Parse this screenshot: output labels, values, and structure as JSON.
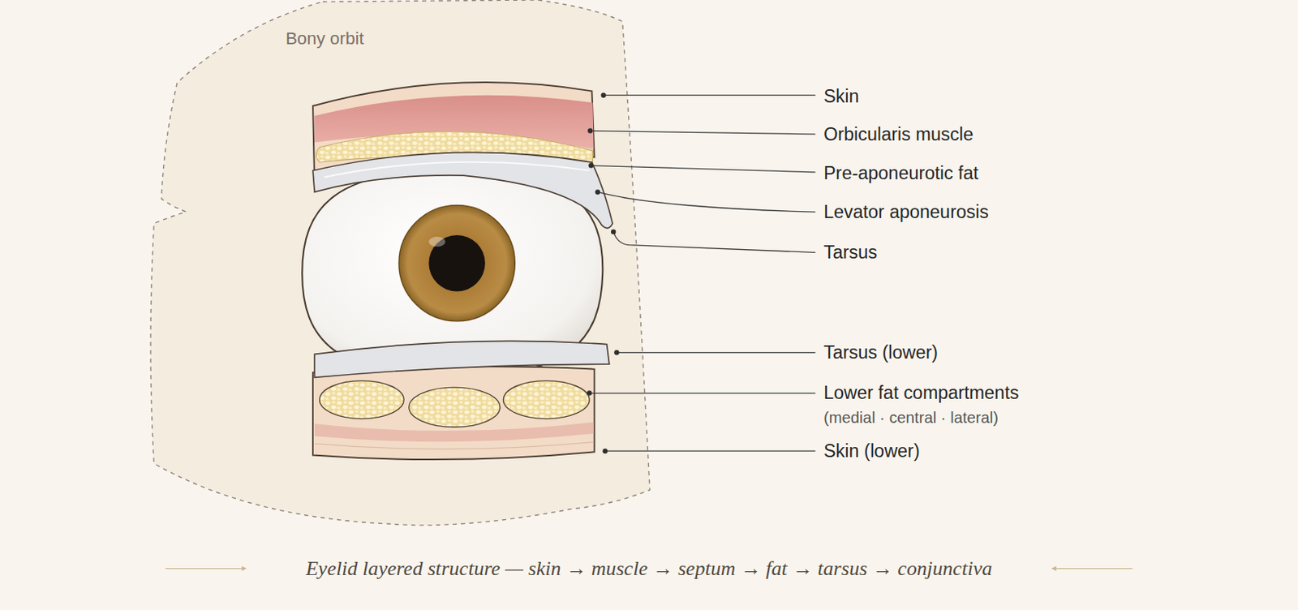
{
  "diagram": {
    "caption": "Eyelid layered structure — skin → muscle → septum → fat → tarsus → conjunctiva",
    "labels": [
      "Bony orbit",
      "Skin",
      "Orbicularis muscle",
      "Pre-aponeurotic fat",
      "Levator aponeurosis",
      "Tarsus",
      "Tarsus (lower)",
      "Lower fat compartments",
      "(medial · central · lateral)",
      "Skin (lower)"
    ]
  }
}
